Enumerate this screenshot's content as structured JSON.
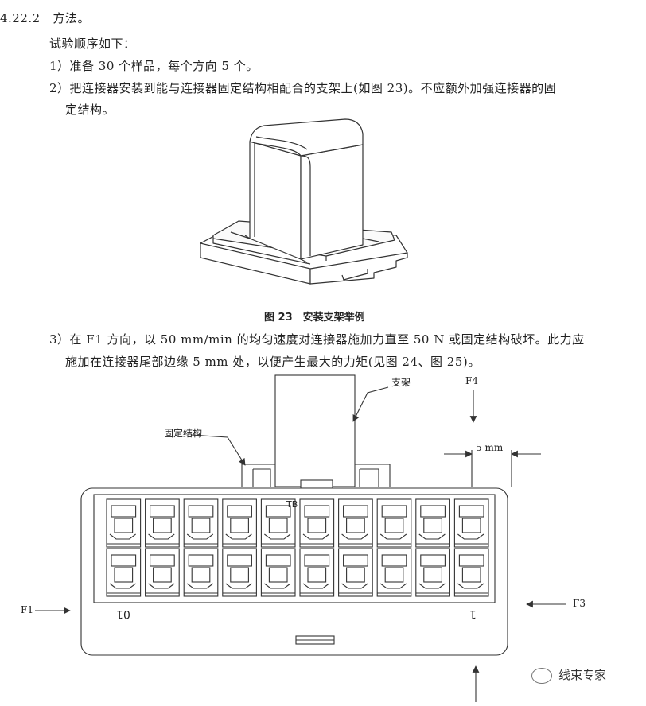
{
  "section": {
    "number": "4.22.2",
    "title": "方法。"
  },
  "intro": "试验顺序如下：",
  "steps": [
    "1）准备 30 个样品，每个方向 5 个。",
    "2）把连接器安装到能与连接器固定结构相配合的支架上(如图 23)。不应额外加强连接器的固",
    "定结构。",
    "3）在 F1 方向，以 50 mm/min 的均匀速度对连接器施加力直至 50 N 或固定结构破坏。此力应",
    "施加在连接器尾部边缘 5 mm 处，以便产生最大的力矩(见图 24、图 25)。"
  ],
  "figure23": {
    "caption": "图 23　安装支架举例"
  },
  "figure24": {
    "labels": {
      "bracket": "支架",
      "fixing": "固定结构",
      "f1": "F1",
      "f3": "F3",
      "f4": "F4",
      "dimension": "5 mm",
      "connector_top": "TB",
      "pin_left": "01",
      "pin_right": "1"
    }
  },
  "watermark": "线束专家"
}
